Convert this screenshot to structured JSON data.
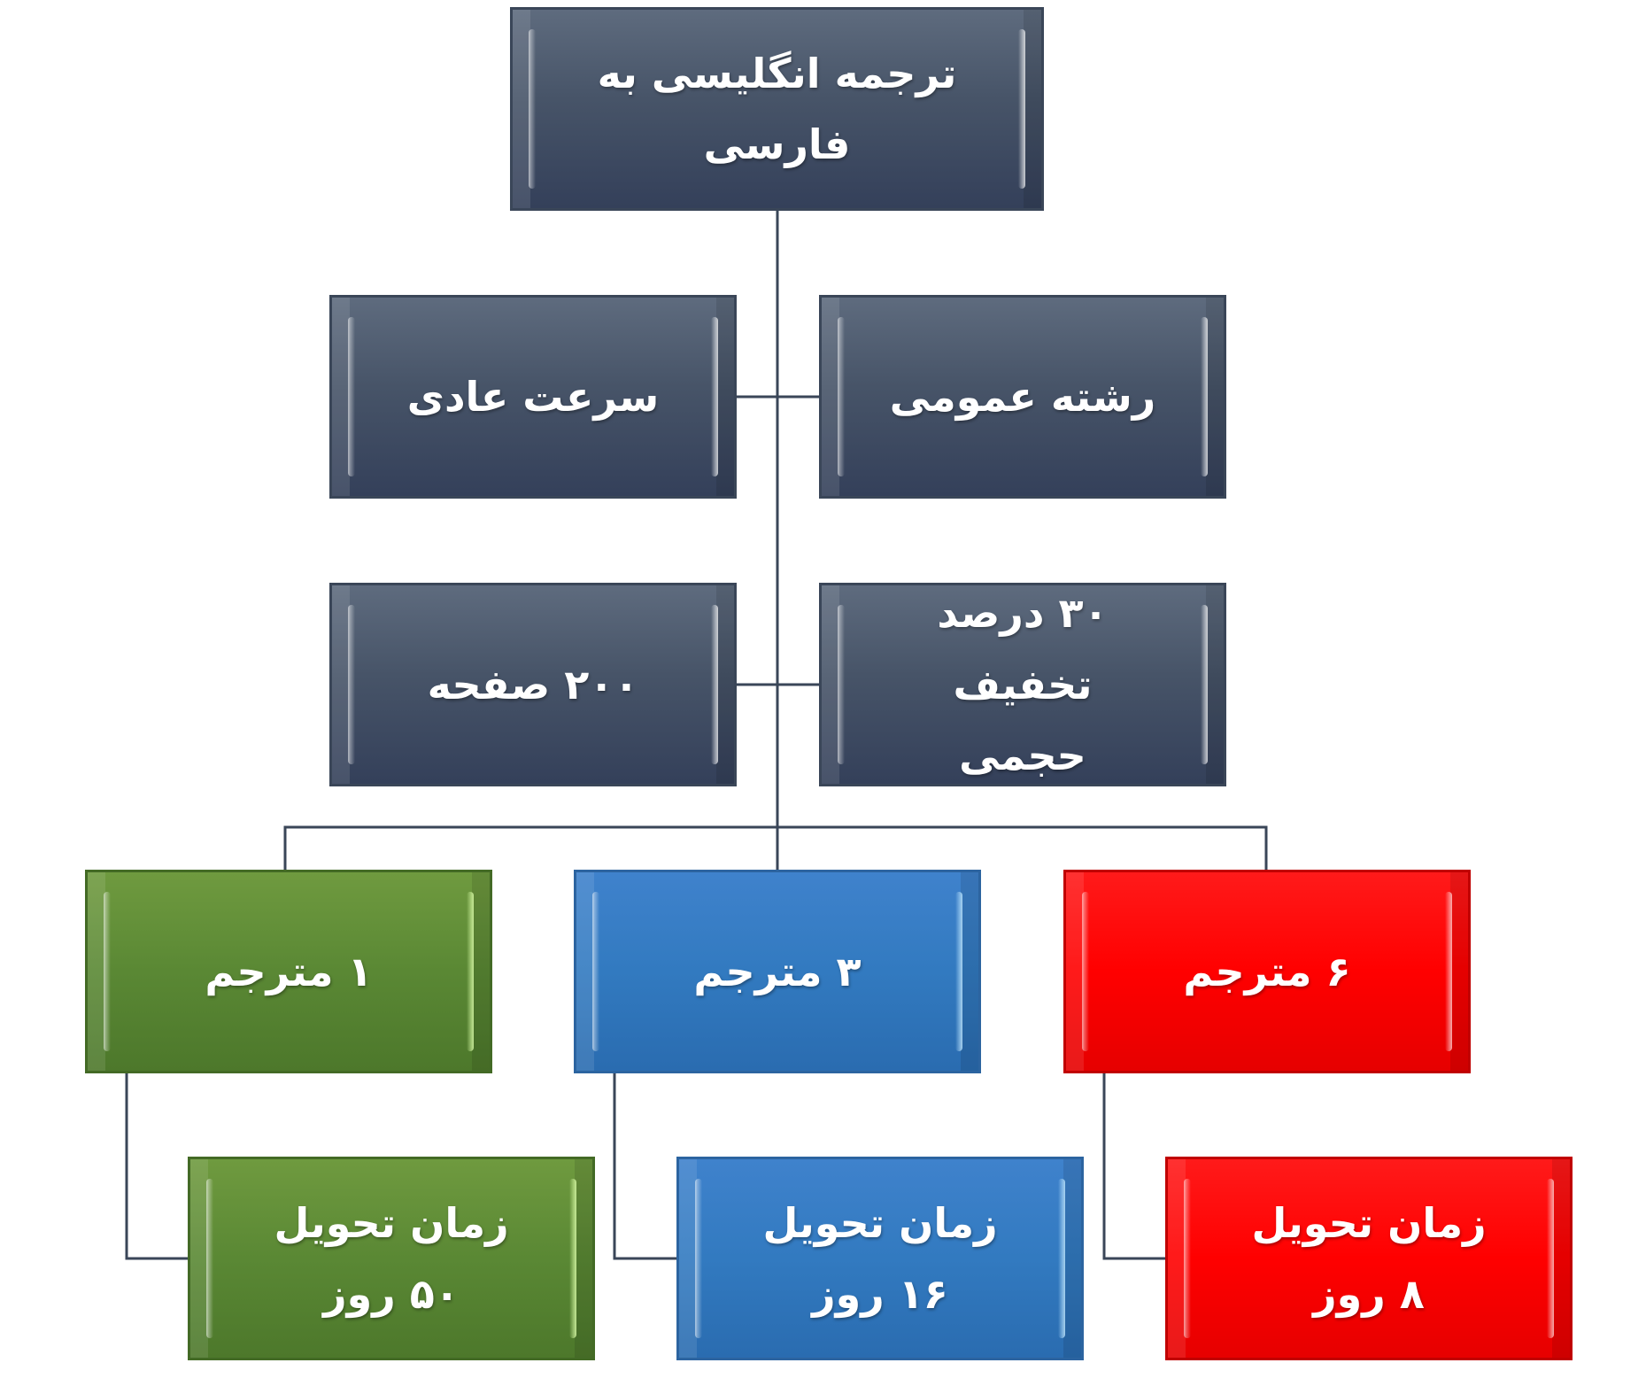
{
  "diagram": {
    "root": {
      "label": "ترجمه انگلیسی به\nفارسی",
      "color": "slate"
    },
    "details": [
      {
        "id": "field",
        "label": "رشته عمومی",
        "color": "slate"
      },
      {
        "id": "speed",
        "label": "سرعت عادی",
        "color": "slate"
      },
      {
        "id": "discount",
        "label": "۳۰ درصد تخفیف\nحجمی",
        "color": "slate"
      },
      {
        "id": "pages",
        "label": "۲۰۰ صفحه",
        "color": "slate"
      }
    ],
    "options": [
      {
        "id": "six",
        "label": "۶ مترجم",
        "color": "red",
        "delivery": "زمان تحویل\n۸ روز"
      },
      {
        "id": "three",
        "label": "۳ مترجم",
        "color": "blue",
        "delivery": "زمان تحویل\n۱۶ روز"
      },
      {
        "id": "one",
        "label": "۱ مترجم",
        "color": "green",
        "delivery": "زمان تحویل\n۵۰ روز"
      }
    ],
    "colors": {
      "slate": "#475468",
      "green": "#5a8834",
      "blue": "#327ac0",
      "red": "#ff0000",
      "connector": "#3a4658"
    }
  }
}
